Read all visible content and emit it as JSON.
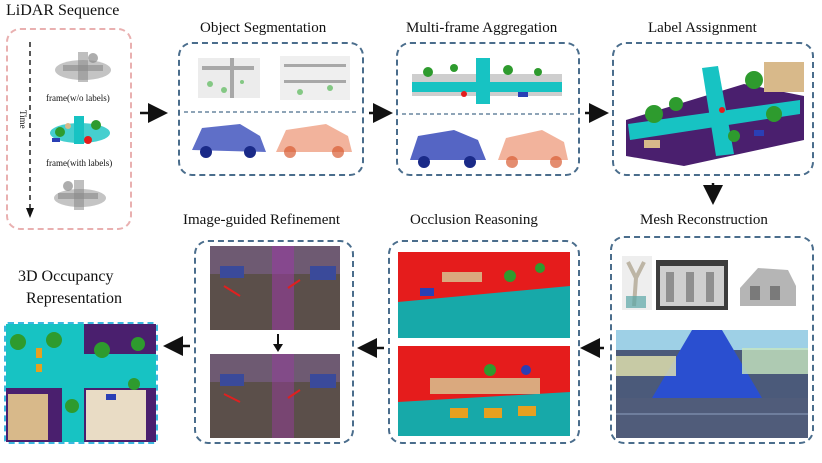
{
  "stages": {
    "lidar": "LiDAR Sequence",
    "segmentation": "Object Segmentation",
    "aggregation": "Multi-frame Aggregation",
    "label_assignment": "Label Assignment",
    "mesh": "Mesh Reconstruction",
    "occlusion": "Occlusion Reasoning",
    "refinement": "Image-guided Refinement",
    "occupancy_line1": "3D Occupancy",
    "occupancy_line2": "Representation"
  },
  "lidar_labels": {
    "time": "Time",
    "frame_wo": "frame(w/o labels)",
    "frame_with": "frame(with labels)"
  },
  "colors": {
    "box_border": "#4a6d8c",
    "lidar_border": "#e9b0b0",
    "occupancy_border": "#3ab8e0",
    "road": "#17c3c3",
    "vegetation": "#2e9b2e",
    "building": "#d8b98a",
    "ground": "#4a1f6e",
    "car": "#2a3fb5",
    "occluded": "#e51c1c"
  }
}
